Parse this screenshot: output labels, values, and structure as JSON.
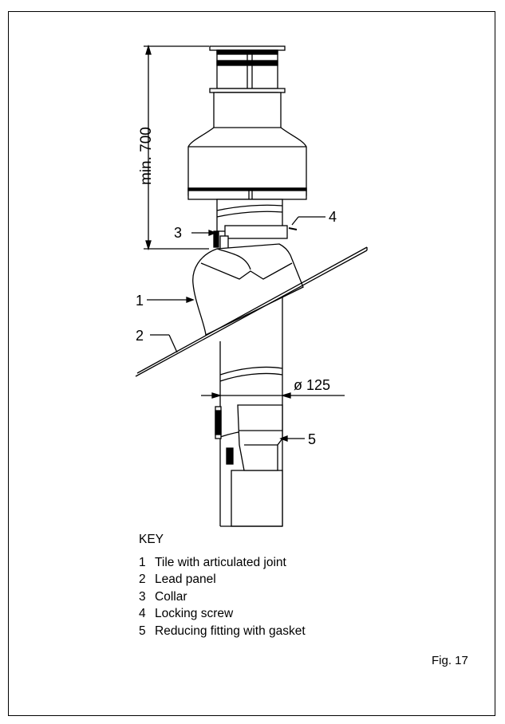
{
  "dimensions": {
    "height_label": "min. 700",
    "diameter_label": "ø 125"
  },
  "callouts": [
    "1",
    "2",
    "3",
    "4",
    "5"
  ],
  "key": {
    "title": "KEY",
    "items": [
      {
        "num": "1",
        "text": "Tile with articulated joint"
      },
      {
        "num": "2",
        "text": "Lead panel"
      },
      {
        "num": "3",
        "text": "Collar"
      },
      {
        "num": "4",
        "text": "Locking screw"
      },
      {
        "num": "5",
        "text": "Reducing fitting with gasket"
      }
    ]
  },
  "figure_label": "Fig. 17"
}
